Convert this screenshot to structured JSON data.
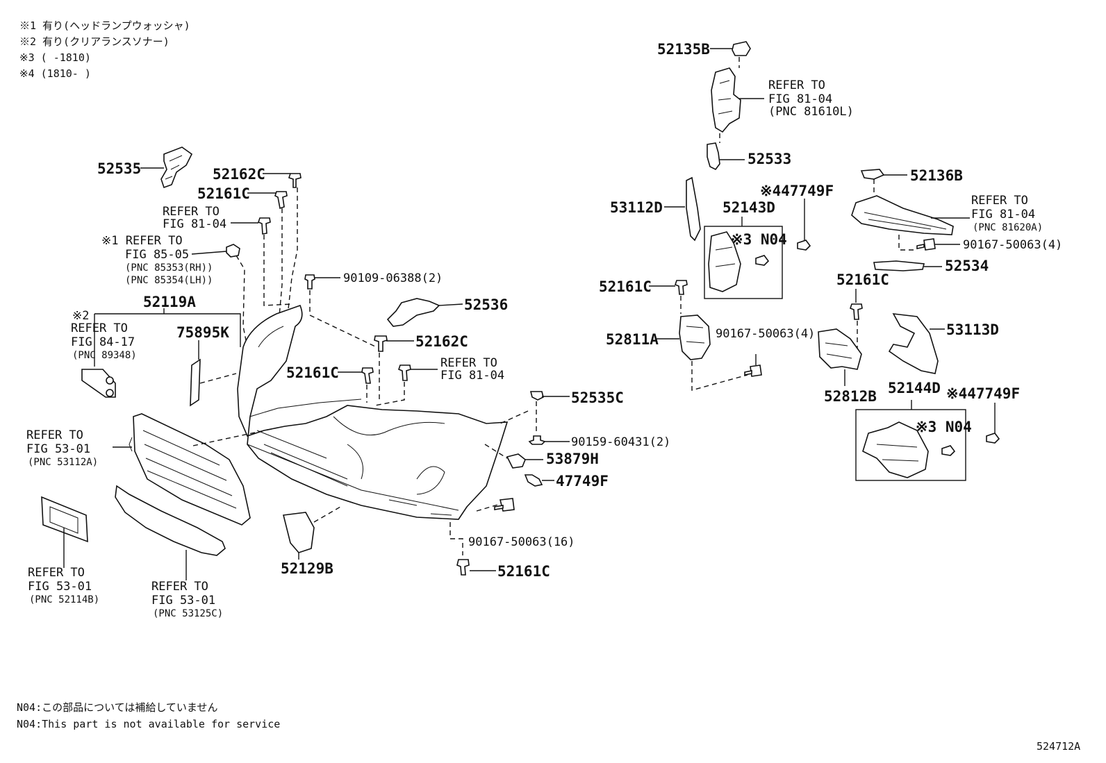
{
  "notes": {
    "n1": "※1 有り(ヘッドランプウォッシャ)",
    "n2": "※2 有り(クリアランスソナー)",
    "n3": "※3 (      -1810)",
    "n4": "※4 (1810-      )"
  },
  "footer": {
    "jp": "N04:この部品については補給していません",
    "en": "N04:This part is not available for service",
    "diagram_id": "524712A"
  },
  "labels": {
    "p52535": "52535",
    "p52162C_a": "52162C",
    "p52161C_a": "52161C",
    "refer_a1": "REFER TO",
    "refer_a2": "FIG 81-04",
    "refer_b0": "※1 REFER TO",
    "refer_b2": "FIG 85-05",
    "pnc_85353": "(PNC 85353(RH))",
    "pnc_85354": "(PNC 85354(LH))",
    "p90109": "90109-06388(2)",
    "p52119A": "52119A",
    "refer_c0": "※2",
    "refer_c1": "REFER TO",
    "refer_c2": "FIG 84-17",
    "pnc_89348": "(PNC 89348)",
    "p75895K": "75895K",
    "p52536": "52536",
    "p52162C_b": "52162C",
    "p52161C_b": "52161C",
    "refer_d1": "REFER TO",
    "refer_d2": "FIG 81-04",
    "p52535C": "52535C",
    "p90159": "90159-60431(2)",
    "p53879H": "53879H",
    "p47749F_a": "47749F",
    "refer_e1": "REFER TO",
    "refer_e2": "FIG 53-01",
    "pnc_53112A": "(PNC 53112A)",
    "p52129B": "52129B",
    "p90167_16": "90167-50063(16)",
    "p52161C_c": "52161C",
    "refer_f1": "REFER TO",
    "refer_f2": "FIG 53-01",
    "pnc_52114B": "(PNC 52114B)",
    "refer_g1": "REFER TO",
    "refer_g2": "FIG 53-01",
    "pnc_53125C": "(PNC 53125C)",
    "p52135B": "52135B",
    "refer_h1": "REFER TO",
    "refer_h2": "FIG 81-04",
    "pnc_81610L": "(PNC 81610L)",
    "p52533": "52533",
    "p52136B": "52136B",
    "p53112D": "53112D",
    "p52143D": "52143D",
    "p47749F_b": "※447749F",
    "n04_a": "※3 N04",
    "refer_i1": "REFER TO",
    "refer_i2": "FIG 81-04",
    "pnc_81620A": "(PNC 81620A)",
    "p90167_4a": "90167-50063(4)",
    "p52534": "52534",
    "p52161C_d": "52161C",
    "p52161C_e": "52161C",
    "p53113D": "53113D",
    "p52811A": "52811A",
    "p90167_4b": "90167-50063(4)",
    "p52812B": "52812B",
    "p52144D": "52144D",
    "p47749F_c": "※447749F",
    "n04_b": "※3 N04"
  }
}
